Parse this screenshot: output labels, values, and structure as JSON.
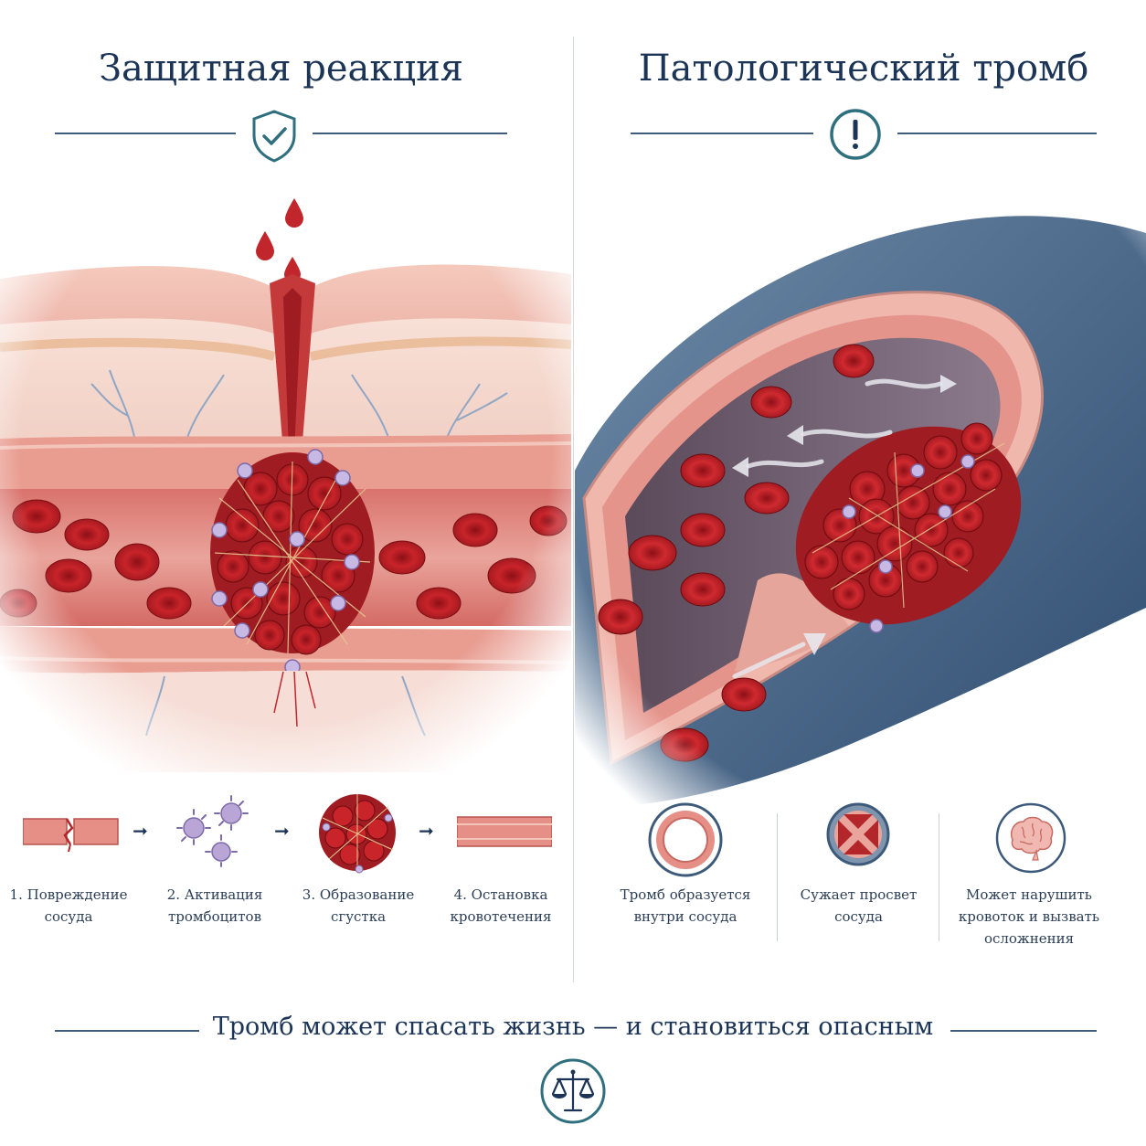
{
  "left": {
    "title": "Защитная реакция",
    "steps": [
      {
        "line1": "1. Повреждение",
        "line2": "сосуда"
      },
      {
        "line1": "2. Активация",
        "line2": "тромбоцитов"
      },
      {
        "line1": "3. Образование",
        "line2": "сгустка"
      },
      {
        "line1": "4. Остановка",
        "line2": "кровотечения"
      }
    ]
  },
  "right": {
    "title": "Патологический тромб",
    "facts": [
      {
        "line1": "Тромб образуется",
        "line2": "внутри сосуда",
        "line3": ""
      },
      {
        "line1": "Сужает просвет",
        "line2": "сосуда",
        "line3": ""
      },
      {
        "line1": "Может нарушить",
        "line2": "кровоток и вызвать",
        "line3": "осложнения"
      }
    ]
  },
  "bottom": {
    "tagline": "Тромб может спасать жизнь — и становиться опасным"
  },
  "icons": {
    "left_header": "shield-check-icon",
    "right_header": "exclamation-circle-icon",
    "bottom": "scales-icon"
  },
  "colors": {
    "navy": "#1c3556",
    "teal": "#2f6f7e",
    "blood": "#b3262a",
    "tissue": "#e9a9a0",
    "platelet": "#b9a6d6",
    "vessel_wall": "#3d5a7a"
  }
}
